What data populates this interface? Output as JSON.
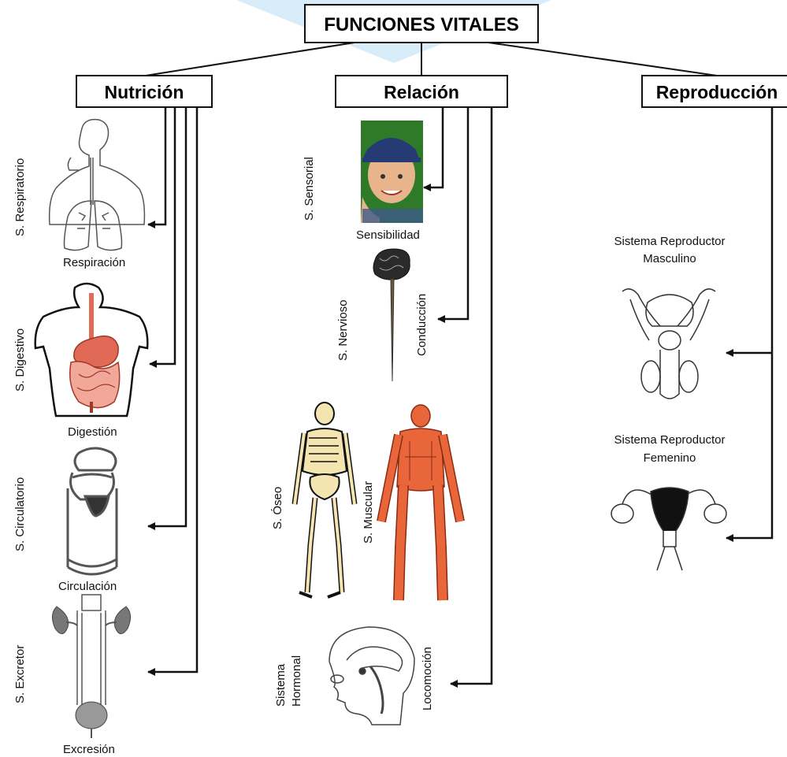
{
  "title": "FUNCIONES VITALES",
  "categories": {
    "nutricion": "Nutrición",
    "relacion": "Relación",
    "reproduccion": "Reproducción"
  },
  "nutricion": {
    "respiratorio": {
      "system": "S. Respiratorio",
      "function": "Respiración"
    },
    "digestivo": {
      "system": "S. Digestivo",
      "function": "Digestión"
    },
    "circulatorio": {
      "system": "S. Circulatorio",
      "function": "Circulación"
    },
    "excretor": {
      "system": "S. Excretor",
      "function": "Excresión"
    }
  },
  "relacion": {
    "sensorial": {
      "system": "S. Sensorial",
      "function": "Sensibilidad"
    },
    "nervioso": {
      "system": "S. Nervioso",
      "function": "Conducción"
    },
    "oseo": {
      "system": "S. Óseo"
    },
    "muscular": {
      "system": "S. Muscular"
    },
    "hormonal": {
      "line1": "Sistema",
      "line2": "Hormonal"
    },
    "locomocion": "Locomoción"
  },
  "reproduccion": {
    "masculino": {
      "line1": "Sistema Reproductor",
      "line2": "Masculino"
    },
    "femenino": {
      "line1": "Sistema Reproductor",
      "line2": "Femenino"
    }
  },
  "colors": {
    "background_accent": "#d8ecfa",
    "line": "#111111",
    "organ_red": "#e06a55",
    "bone": "#f3e4b0",
    "muscle": "#e8663a"
  },
  "icons": [
    "respiratory-figure-icon",
    "digestive-figure-icon",
    "circulatory-figure-icon",
    "excretory-figure-icon",
    "child-photo-icon",
    "brain-spine-icon",
    "skeleton-icon",
    "muscle-figure-icon",
    "head-hormonal-icon",
    "male-reproductive-icon",
    "female-reproductive-icon"
  ]
}
